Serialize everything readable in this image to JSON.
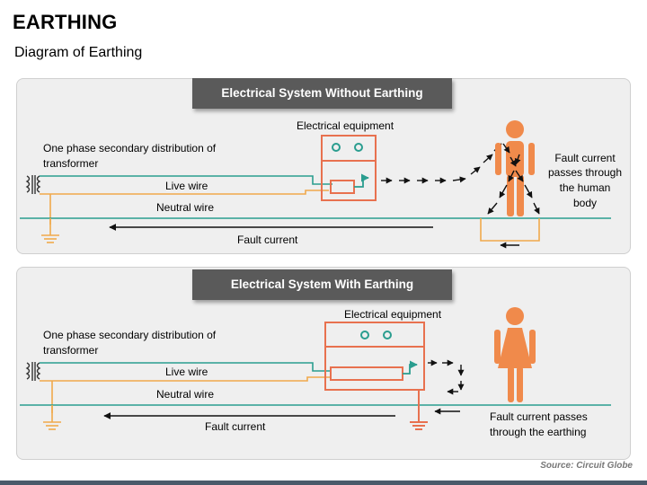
{
  "header": {
    "title": "EARTHING",
    "subtitle": "Diagram of Earthing"
  },
  "without_earthing": {
    "banner": "Electrical System Without Earthing",
    "transformer_label_1": "One phase secondary distribution of",
    "transformer_label_2": "transformer",
    "equipment_label": "Electrical equipment",
    "live_wire_label": "Live wire",
    "neutral_wire_label": "Neutral wire",
    "fault_current_label": "Fault current",
    "body_label_1": "Fault current",
    "body_label_2": "passes through",
    "body_label_3": "the human",
    "body_label_4": "body"
  },
  "with_earthing": {
    "banner": "Electrical System With Earthing",
    "transformer_label_1": "One phase secondary distribution of",
    "transformer_label_2": "transformer",
    "equipment_label": "Electrical equipment",
    "live_wire_label": "Live wire",
    "neutral_wire_label": "Neutral wire",
    "fault_current_label": "Fault current",
    "earth_label_1": "Fault current passes",
    "earth_label_2": "through the earthing"
  },
  "footer": {
    "source": "Source: Circuit Globe"
  },
  "colors": {
    "live_wire": "#2a9d8f",
    "neutral_wire": "#f0a94b",
    "ground_line": "#2a9d8f",
    "equipment": "#e8714f",
    "human": "#f08a4b",
    "arrow": "#111111"
  }
}
